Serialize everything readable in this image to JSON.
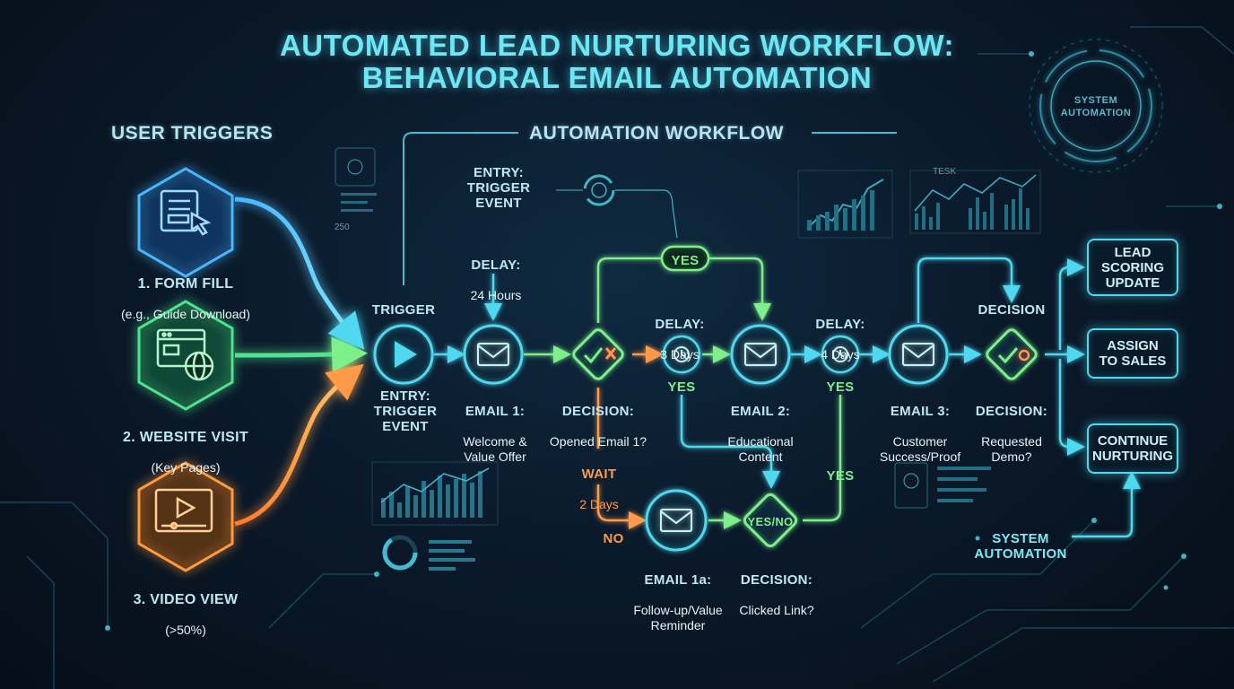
{
  "title": {
    "line1": "AUTOMATED LEAD NURTURING WORKFLOW:",
    "line2": "BEHAVIORAL EMAIL AUTOMATION"
  },
  "user_triggers": {
    "heading": "USER TRIGGERS",
    "items": [
      {
        "label": "1. FORM FILL",
        "sub": "(e.g., Guide Download)",
        "icon": "form-cursor-icon",
        "color": "#49b6ff"
      },
      {
        "label": "2. WEBSITE VISIT",
        "sub": "(Key Pages)",
        "icon": "browser-globe-icon",
        "color": "#4fe38e"
      },
      {
        "label": "3. VIDEO VIEW",
        "sub": "(>50%)",
        "icon": "video-play-icon",
        "color": "#ff9a3c"
      }
    ]
  },
  "workflow": {
    "heading": "AUTOMATION WORKFLOW",
    "trigger_label": "TRIGGER",
    "entry_top": "ENTRY:\nTRIGGER\nEVENT",
    "delay_top_label": "DELAY:",
    "delay_top_value": "24 Hours",
    "entry_bottom": "ENTRY:\nTRIGGER\nEVENT",
    "email1": {
      "label": "EMAIL 1:",
      "sub": "Welcome &\nValue Offer"
    },
    "decision1": {
      "label": "DECISION:",
      "sub": "Opened Email 1?"
    },
    "yes_top": "YES",
    "yes_below": "YES",
    "delay2": {
      "label": "DELAY:",
      "value": "3 Days"
    },
    "wait": {
      "label": "WAIT",
      "value": "2 Days"
    },
    "no_label": "NO",
    "email1a": {
      "label": "EMAIL 1a:",
      "sub": "Follow-up/Value\nReminder"
    },
    "decision_link": {
      "badge": "YES/NO",
      "label": "DECISION:",
      "sub": "Clicked Link?"
    },
    "email2": {
      "label": "EMAIL 2:",
      "sub": "Educational\nContent"
    },
    "delay3": {
      "label": "DELAY:",
      "value": "4 Days"
    },
    "yes_delay3": "YES",
    "yes_right": "YES",
    "email3": {
      "label": "EMAIL 3:",
      "sub": "Customer\nSuccess/Proof"
    },
    "decision_demo_top": "DECISION",
    "decision_demo": {
      "label": "DECISION:",
      "sub": "Requested\nDemo?"
    }
  },
  "outcomes": [
    {
      "label": "LEAD\nSCORING\nUPDATE"
    },
    {
      "label": "ASSIGN\nTO SALES"
    },
    {
      "label": "CONTINUE\nNURTURING"
    }
  ],
  "system": {
    "hud_label": "SYSTEM\nAUTOMATION",
    "bottom_label": "SYSTEM\nAUTOMATION"
  },
  "deco_text": {
    "num_250": "250",
    "chart_tag": "TESK"
  },
  "colors": {
    "cyan": "#4fd8ef",
    "green": "#7df08c",
    "orange": "#ff9a4a",
    "blue": "#49b6ff",
    "title": "#6fe6f4"
  }
}
